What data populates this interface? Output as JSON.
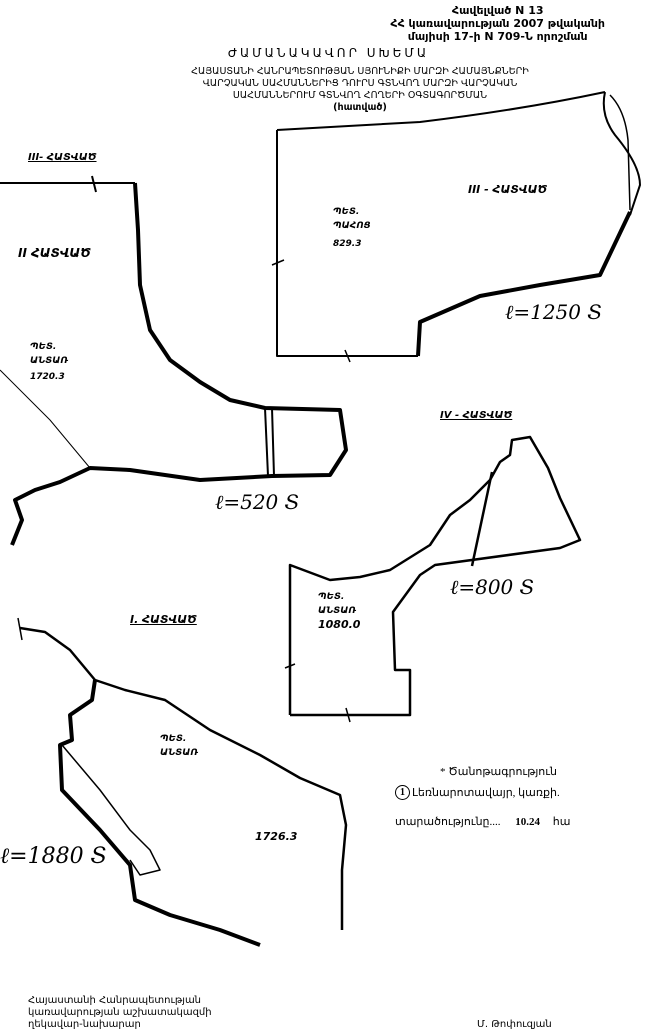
{
  "header": {
    "line1": "Հավելված N 13",
    "line2": "ՀՀ կառավարության 2007 թվականի",
    "line3": "մայիսի 17-ի N 709-Ն որոշման"
  },
  "title": "ԺԱՄԱՆԱԿԱՎՈՐ ՍԽԵՄԱ",
  "subtitle": {
    "line1": "ՀԱՅԱՍՏԱՆԻ ՀԱՆՐԱՊԵՏՈՒԹՅԱՆ ՍՅՈՒՆԻՔԻ ՄԱՐԶԻ ՀԱՄԱՅՆՔՆԵՐԻ",
    "line2": "ՎԱՐՉԱԿԱՆ ՍԱՀՄԱՆՆԵՐԻՑ ԴՈՒՐՍ ԳՏՆՎՈՂ ՄԱՐԶԻ ՎԱՐՉԱԿԱՆ",
    "line3": "ՍԱՀՄԱՆՆԵՐՈՒՄ ԳՏՆՎՈՂ ՀՈՂԵՐԻ ՕԳՏԱԳՈՐԾՄԱՆ",
    "line4": "(հատված)"
  },
  "sections": {
    "s3_top_left": "III- ՀԱՏՎԱԾ",
    "s2": "II ՀԱՏՎԱԾ",
    "s3": "III - ՀԱՏՎԱԾ",
    "s4": "IV - ՀԱՏՎԱԾ",
    "s1": "I. ՀԱՏՎԱԾ"
  },
  "areas": {
    "s3": {
      "l1": "ՊԵՏ.",
      "l2": "ՊԱՀՈՑ",
      "value": "829.3"
    },
    "s2": {
      "l1": "ՊԵՏ.",
      "l2": "ԱՆՏԱՌ",
      "value": "1720.3"
    },
    "s4": {
      "l1": "ՊԵՏ.",
      "l2": "ԱՆՏԱՌ",
      "value": "1080.0"
    },
    "s1": {
      "l1": "ՊԵՏ.",
      "l2": "ԱՆՏԱՌ",
      "value": "1726.3"
    }
  },
  "lengths": {
    "s3": "ℓ=1250 Տ",
    "s2": "ℓ=520 Տ",
    "s4": "ℓ=800 Տ",
    "s1": "ℓ=1880 Տ"
  },
  "legend": {
    "title": "* Ծանոթագրություն",
    "marker": "1",
    "item": "Լեռնարոտավայր, կառքի.",
    "area_label": "տարածությունը....",
    "area_value": "10.24",
    "area_unit": "հա"
  },
  "footer": {
    "line1": "Հայաստանի Հանրապետության",
    "line2": "կառավարության աշխատակազմի",
    "line3": "ղեկավար-նախարար",
    "signatory": "Մ. Թոփուզյան"
  }
}
